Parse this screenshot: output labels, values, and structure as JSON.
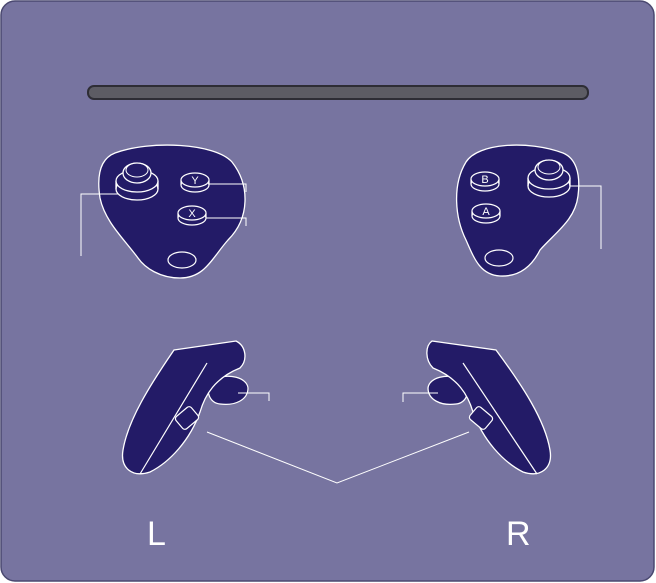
{
  "colors": {
    "background": "#7774a0",
    "frame_border": "#4a4870",
    "controller": "#231b67",
    "bar": "#5d5c64",
    "outline": "#ffffff"
  },
  "left_controller": {
    "hand_label": "L",
    "face_buttons": {
      "top": "Y",
      "bottom": "X"
    }
  },
  "right_controller": {
    "hand_label": "R",
    "face_buttons": {
      "top": "B",
      "bottom": "A"
    }
  },
  "icons": {
    "thumbstick": "thumbstick-icon",
    "menu_button": "oval-menu-button-icon",
    "trigger": "trigger-icon",
    "grip": "grip-button-icon"
  }
}
